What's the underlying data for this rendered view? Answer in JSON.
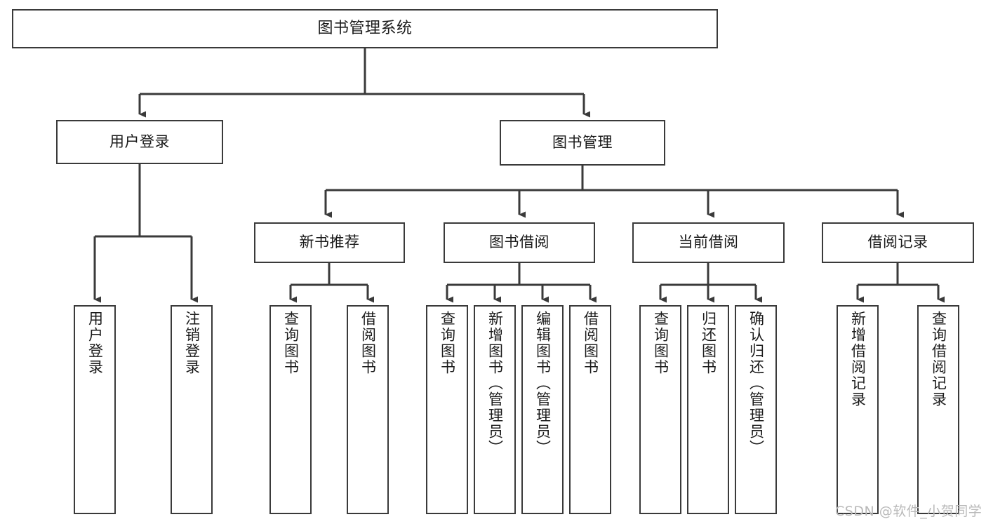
{
  "diagram": {
    "title": "图书管理系统",
    "type": "tree-hierarchy",
    "stroke_color": "#3a3a3a",
    "fill_color": "#ffffff",
    "text_color": "#1a1a1a",
    "watermark": "CSDN @软件_小贺同学",
    "nodes": {
      "root": {
        "label": "图书管理系统"
      },
      "user_login": {
        "label": "用户登录"
      },
      "book_manage": {
        "label": "图书管理"
      },
      "new_book_rec": {
        "label": "新书推荐"
      },
      "book_borrow": {
        "label": "图书借阅"
      },
      "current_borrow": {
        "label": "当前借阅"
      },
      "borrow_record": {
        "label": "借阅记录"
      },
      "leaf_user_login": {
        "label": "用户登录"
      },
      "leaf_user_logout": {
        "label": "注销登录"
      },
      "leaf_rec_query": {
        "label": "查询图书"
      },
      "leaf_rec_borrow": {
        "label": "借阅图书"
      },
      "leaf_borrow_query": {
        "label": "查询图书"
      },
      "leaf_borrow_add": {
        "label": "新增图书（管理员）"
      },
      "leaf_borrow_edit": {
        "label": "编辑图书（管理员）"
      },
      "leaf_borrow_lend": {
        "label": "借阅图书"
      },
      "leaf_cur_query": {
        "label": "查询图书"
      },
      "leaf_cur_return": {
        "label": "归还图书"
      },
      "leaf_cur_confirm": {
        "label": "确认归还（管理员）"
      },
      "leaf_rec_add": {
        "label": "新增借阅记录"
      },
      "leaf_rec_query2": {
        "label": "查询借阅记录"
      }
    }
  }
}
